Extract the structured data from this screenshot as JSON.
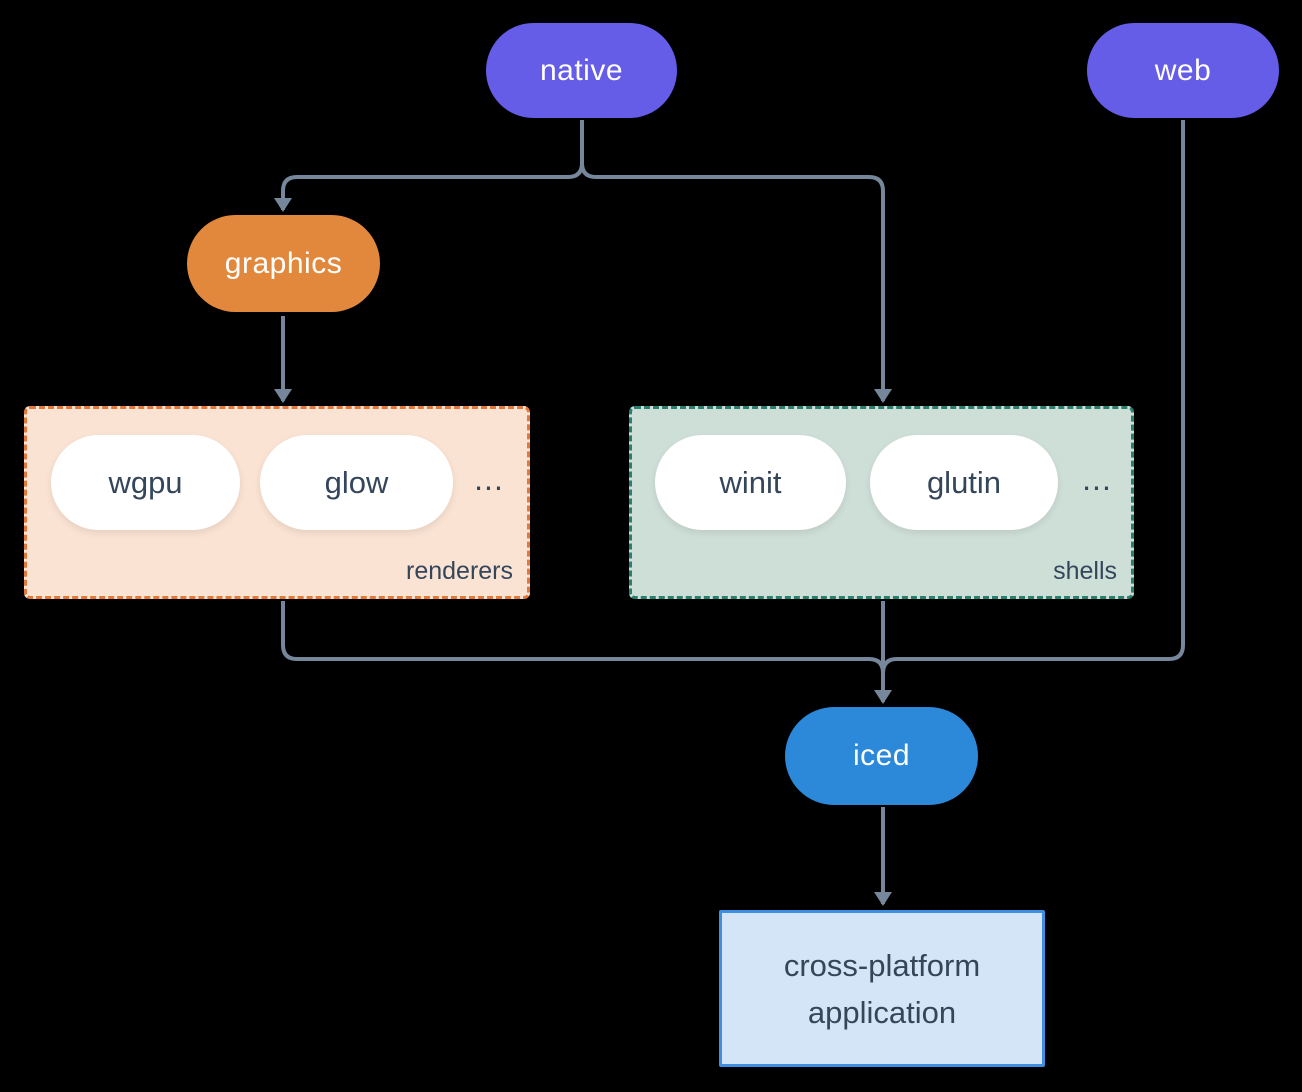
{
  "colors": {
    "background": "#000000",
    "line": "#76869B",
    "node_purple": "#655CE8",
    "node_orange": "#E2883C",
    "node_blue": "#2C88D9",
    "node_text": "#FFFFFF",
    "pill_white": "#FFFFFF",
    "dark_text": "#35465B",
    "renderers_fill": "#FAE3D3",
    "renderers_border": "#E2793B",
    "shells_fill": "#CEDFD8",
    "shells_border": "#2A7F6F",
    "app_fill": "#D3E5F6",
    "app_border": "#3E8EE1"
  },
  "diagram": {
    "nodes": {
      "native": {
        "label": "native"
      },
      "web": {
        "label": "web"
      },
      "graphics": {
        "label": "graphics"
      },
      "iced": {
        "label": "iced"
      },
      "application": {
        "lines": [
          "cross-platform",
          "application"
        ]
      }
    },
    "groups": {
      "renderers": {
        "label": "renderers",
        "items": [
          "wgpu",
          "glow"
        ],
        "ellipsis": "..."
      },
      "shells": {
        "label": "shells",
        "items": [
          "winit",
          "glutin"
        ],
        "ellipsis": "..."
      }
    }
  }
}
